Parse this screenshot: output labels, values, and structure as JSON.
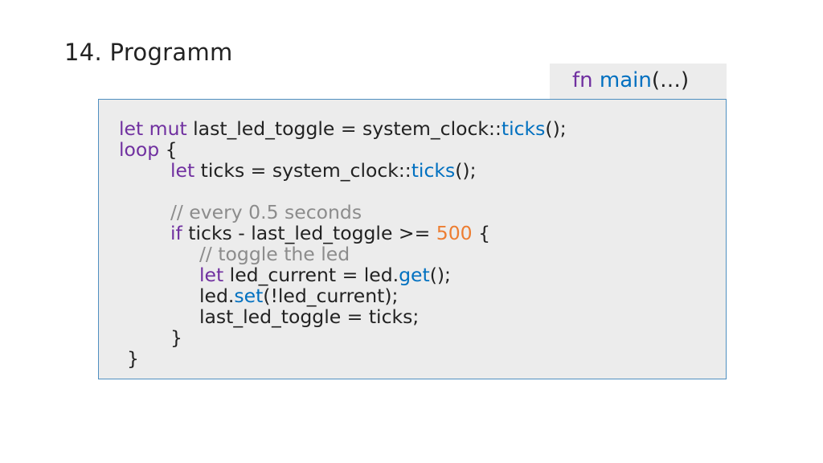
{
  "page": {
    "title": "14. Programm"
  },
  "fn_tag": {
    "keyword": "fn",
    "name": "main",
    "args": "(…)"
  },
  "code": {
    "l1": {
      "kw": "let mut",
      "a": " last_led_toggle = system_clock::",
      "fn": "ticks",
      "b": "();"
    },
    "l2": {
      "kw": "loop",
      "a": " {"
    },
    "l3": {
      "kw": "let",
      "a": " ticks = system_clock::",
      "fn": "ticks",
      "b": "();"
    },
    "l4": {
      "comment": "// every 0.5 seconds"
    },
    "l5": {
      "kw": "if",
      "a": " ticks - last_led_toggle >= ",
      "num": "500",
      "b": " {"
    },
    "l6": {
      "comment": "// toggle the led"
    },
    "l7": {
      "kw": "let",
      "a": " led_current = led.",
      "fn": "get",
      "b": "();"
    },
    "l8": {
      "a": "led.",
      "fn": "set",
      "b": "(!led_current);"
    },
    "l9": {
      "a": "last_led_toggle = ticks;"
    },
    "l10": {
      "a": "}"
    },
    "l11": {
      "a": "}"
    }
  },
  "colors": {
    "keyword": "#7030a0",
    "function": "#0070c0",
    "number": "#ed7d31",
    "comment": "#8c8c8c",
    "box_border": "#4f8fc0",
    "box_background": "#ececec"
  }
}
